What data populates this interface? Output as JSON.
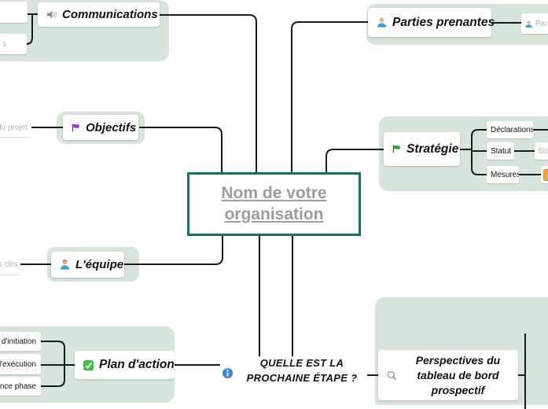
{
  "app": {
    "type": "mind-map-canvas"
  },
  "colors": {
    "group_background": "#d7e4da",
    "connector": "#1a1a1a",
    "center_border": "#186e6d",
    "center_text": "#9c9c9c",
    "placeholder_text": "#b3b3b3",
    "node_text": "#111111",
    "info_icon_blue": "#3f86d8",
    "check_icon_green": "#3ec13e",
    "objectifs_flag_purple": "#9b30d0",
    "strategie_flag_green": "#2fa52f",
    "person_icon_blue": "#3e9fd0",
    "mesures_icon_orange": "#f2a33c"
  },
  "center": {
    "title": "Nom de votre organisation"
  },
  "nodes": {
    "communications": {
      "label": "Communications"
    },
    "comm_child_top": {
      "label": ""
    },
    "comm_child_bottom": {
      "label": "s"
    },
    "parties_prenantes": {
      "label": "Parties prenantes"
    },
    "parties_child": {
      "label": "Par"
    },
    "objectifs": {
      "label": "Objectifs"
    },
    "objectifs_child": {
      "label": "du projet"
    },
    "strategie": {
      "label": "Stratégie"
    },
    "declarations": {
      "label": "Déclarations"
    },
    "statut": {
      "label": "Statut"
    },
    "statut_child": {
      "label": "Sta"
    },
    "mesures": {
      "label": "Mesures"
    },
    "equipe": {
      "label": "L'équipe"
    },
    "equipe_child": {
      "label": "es clés"
    },
    "plan_action": {
      "label": "Plan d'action"
    },
    "plan_child_1": {
      "label": "se d'initiation"
    },
    "plan_child_2": {
      "label": "e d'exécution"
    },
    "plan_child_3": {
      "label": "nance phase"
    },
    "question": {
      "label": "QUELLE EST LA PROCHAINE ÉTAPE ?"
    },
    "perspectives": {
      "label": "Perspectives du tableau de bord prospectif"
    }
  }
}
